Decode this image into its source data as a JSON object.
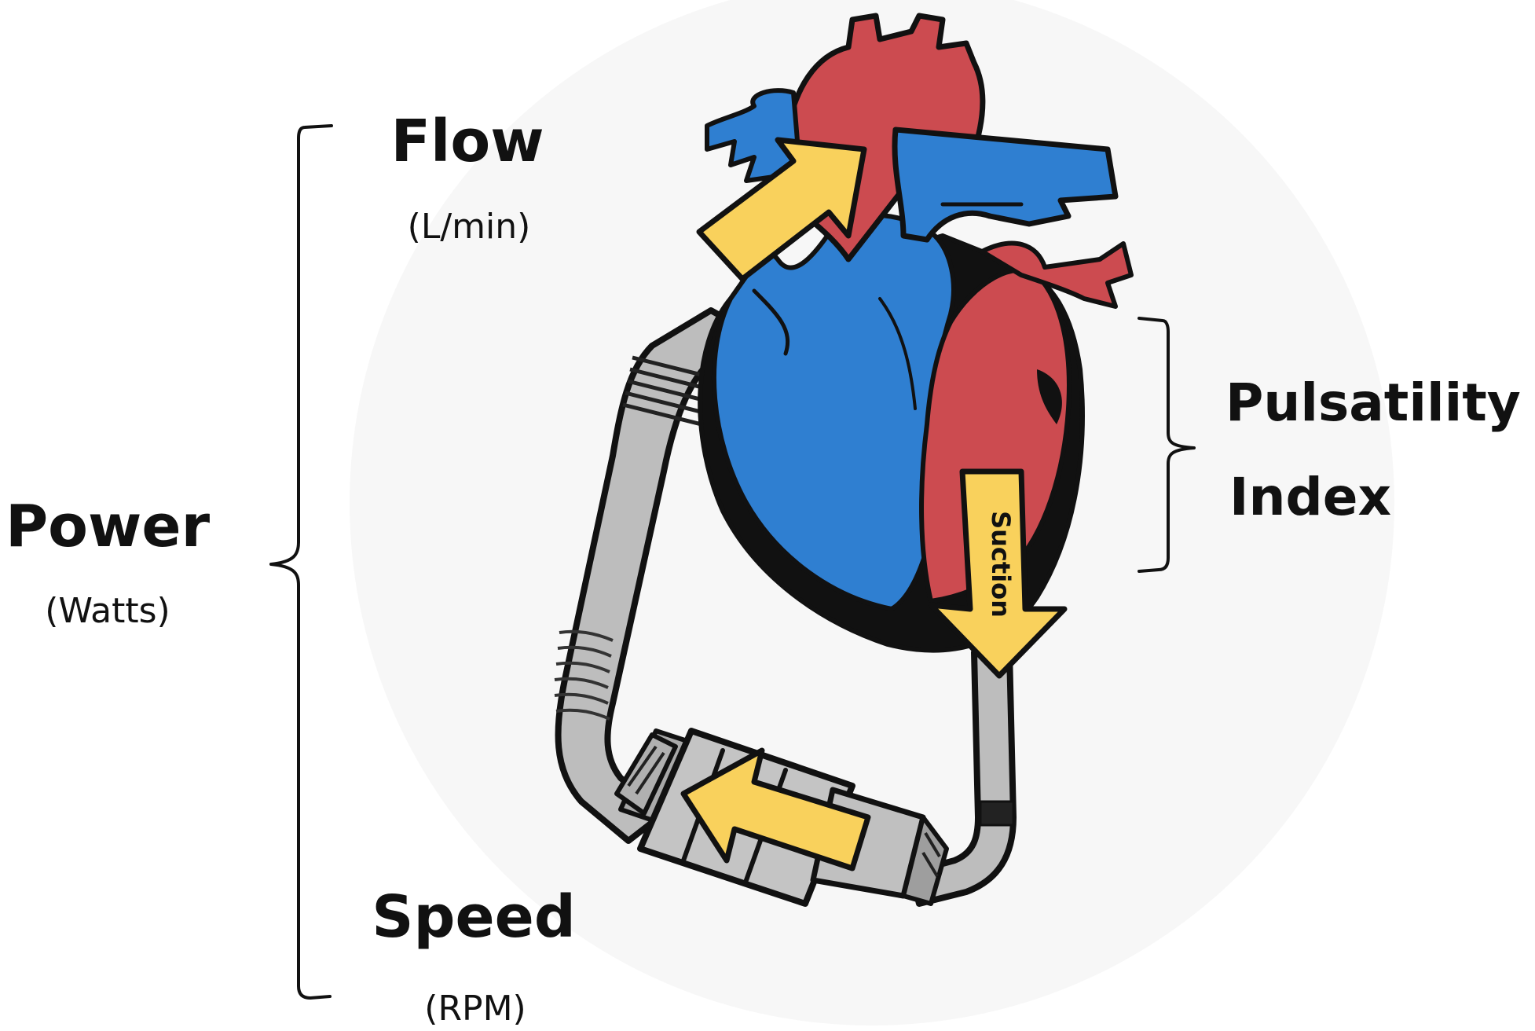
{
  "labels": {
    "flow": {
      "title": "Flow",
      "unit": "(L/min)"
    },
    "power": {
      "title": "Power",
      "unit": "(Watts)"
    },
    "speed": {
      "title": "Speed",
      "unit": "(RPM)"
    },
    "pulsatility": {
      "line1": "Pulsatility",
      "line2": "Index"
    },
    "suction": "Suction"
  },
  "colors": {
    "background_circle": "#f7f7f7",
    "left_heart_red": "#cc4b50",
    "right_heart_blue": "#2f7fd1",
    "pump_gray": "#b9b9b9",
    "arrow_yellow": "#f9d15c",
    "ink": "#111111"
  },
  "icons": {
    "heart": "heart-illustration",
    "pump": "lvad-pump-illustration",
    "arrows": "flow-direction-arrow"
  }
}
